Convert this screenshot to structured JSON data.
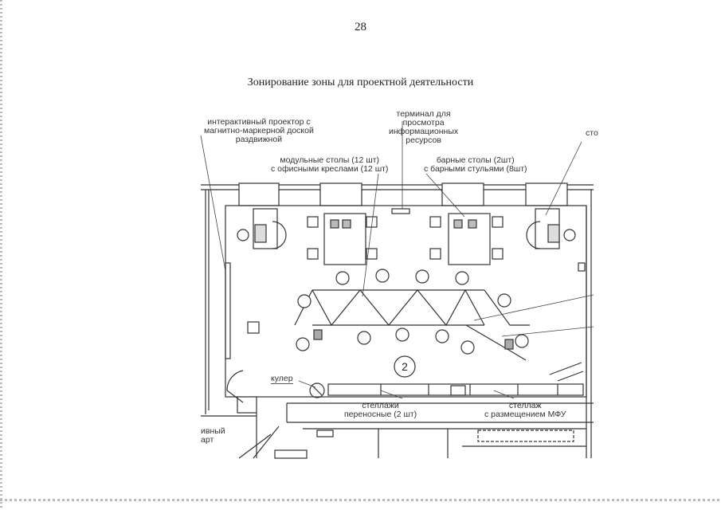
{
  "page_number": "28",
  "title": "Зонирование зоны для проектной деятельности",
  "zone_marker": "2",
  "labels": {
    "projector_1": "интерактивный проектор с",
    "projector_2": "магнитно-маркерной доской",
    "projector_3": "раздвижной",
    "terminal_1": "терминал для",
    "terminal_2": "просмотра",
    "terminal_3": "информационных",
    "terminal_4": "ресурсов",
    "modular_1": "модульные столы (12 шт)",
    "modular_2": "с офисными креслами (12 шт)",
    "bar_1": "барные столы (2шт)",
    "bar_2": "с барными стульями (8шт)",
    "right_cut": "сто",
    "cooler": "кулер",
    "shelves_mobile_1": "стеллажи",
    "shelves_mobile_2": "переносные (2 шт)",
    "shelf_mfu_1": "стеллаж",
    "shelf_mfu_2": "с размещением МФУ",
    "left_cut_1": "ивный",
    "left_cut_2": "арт"
  }
}
